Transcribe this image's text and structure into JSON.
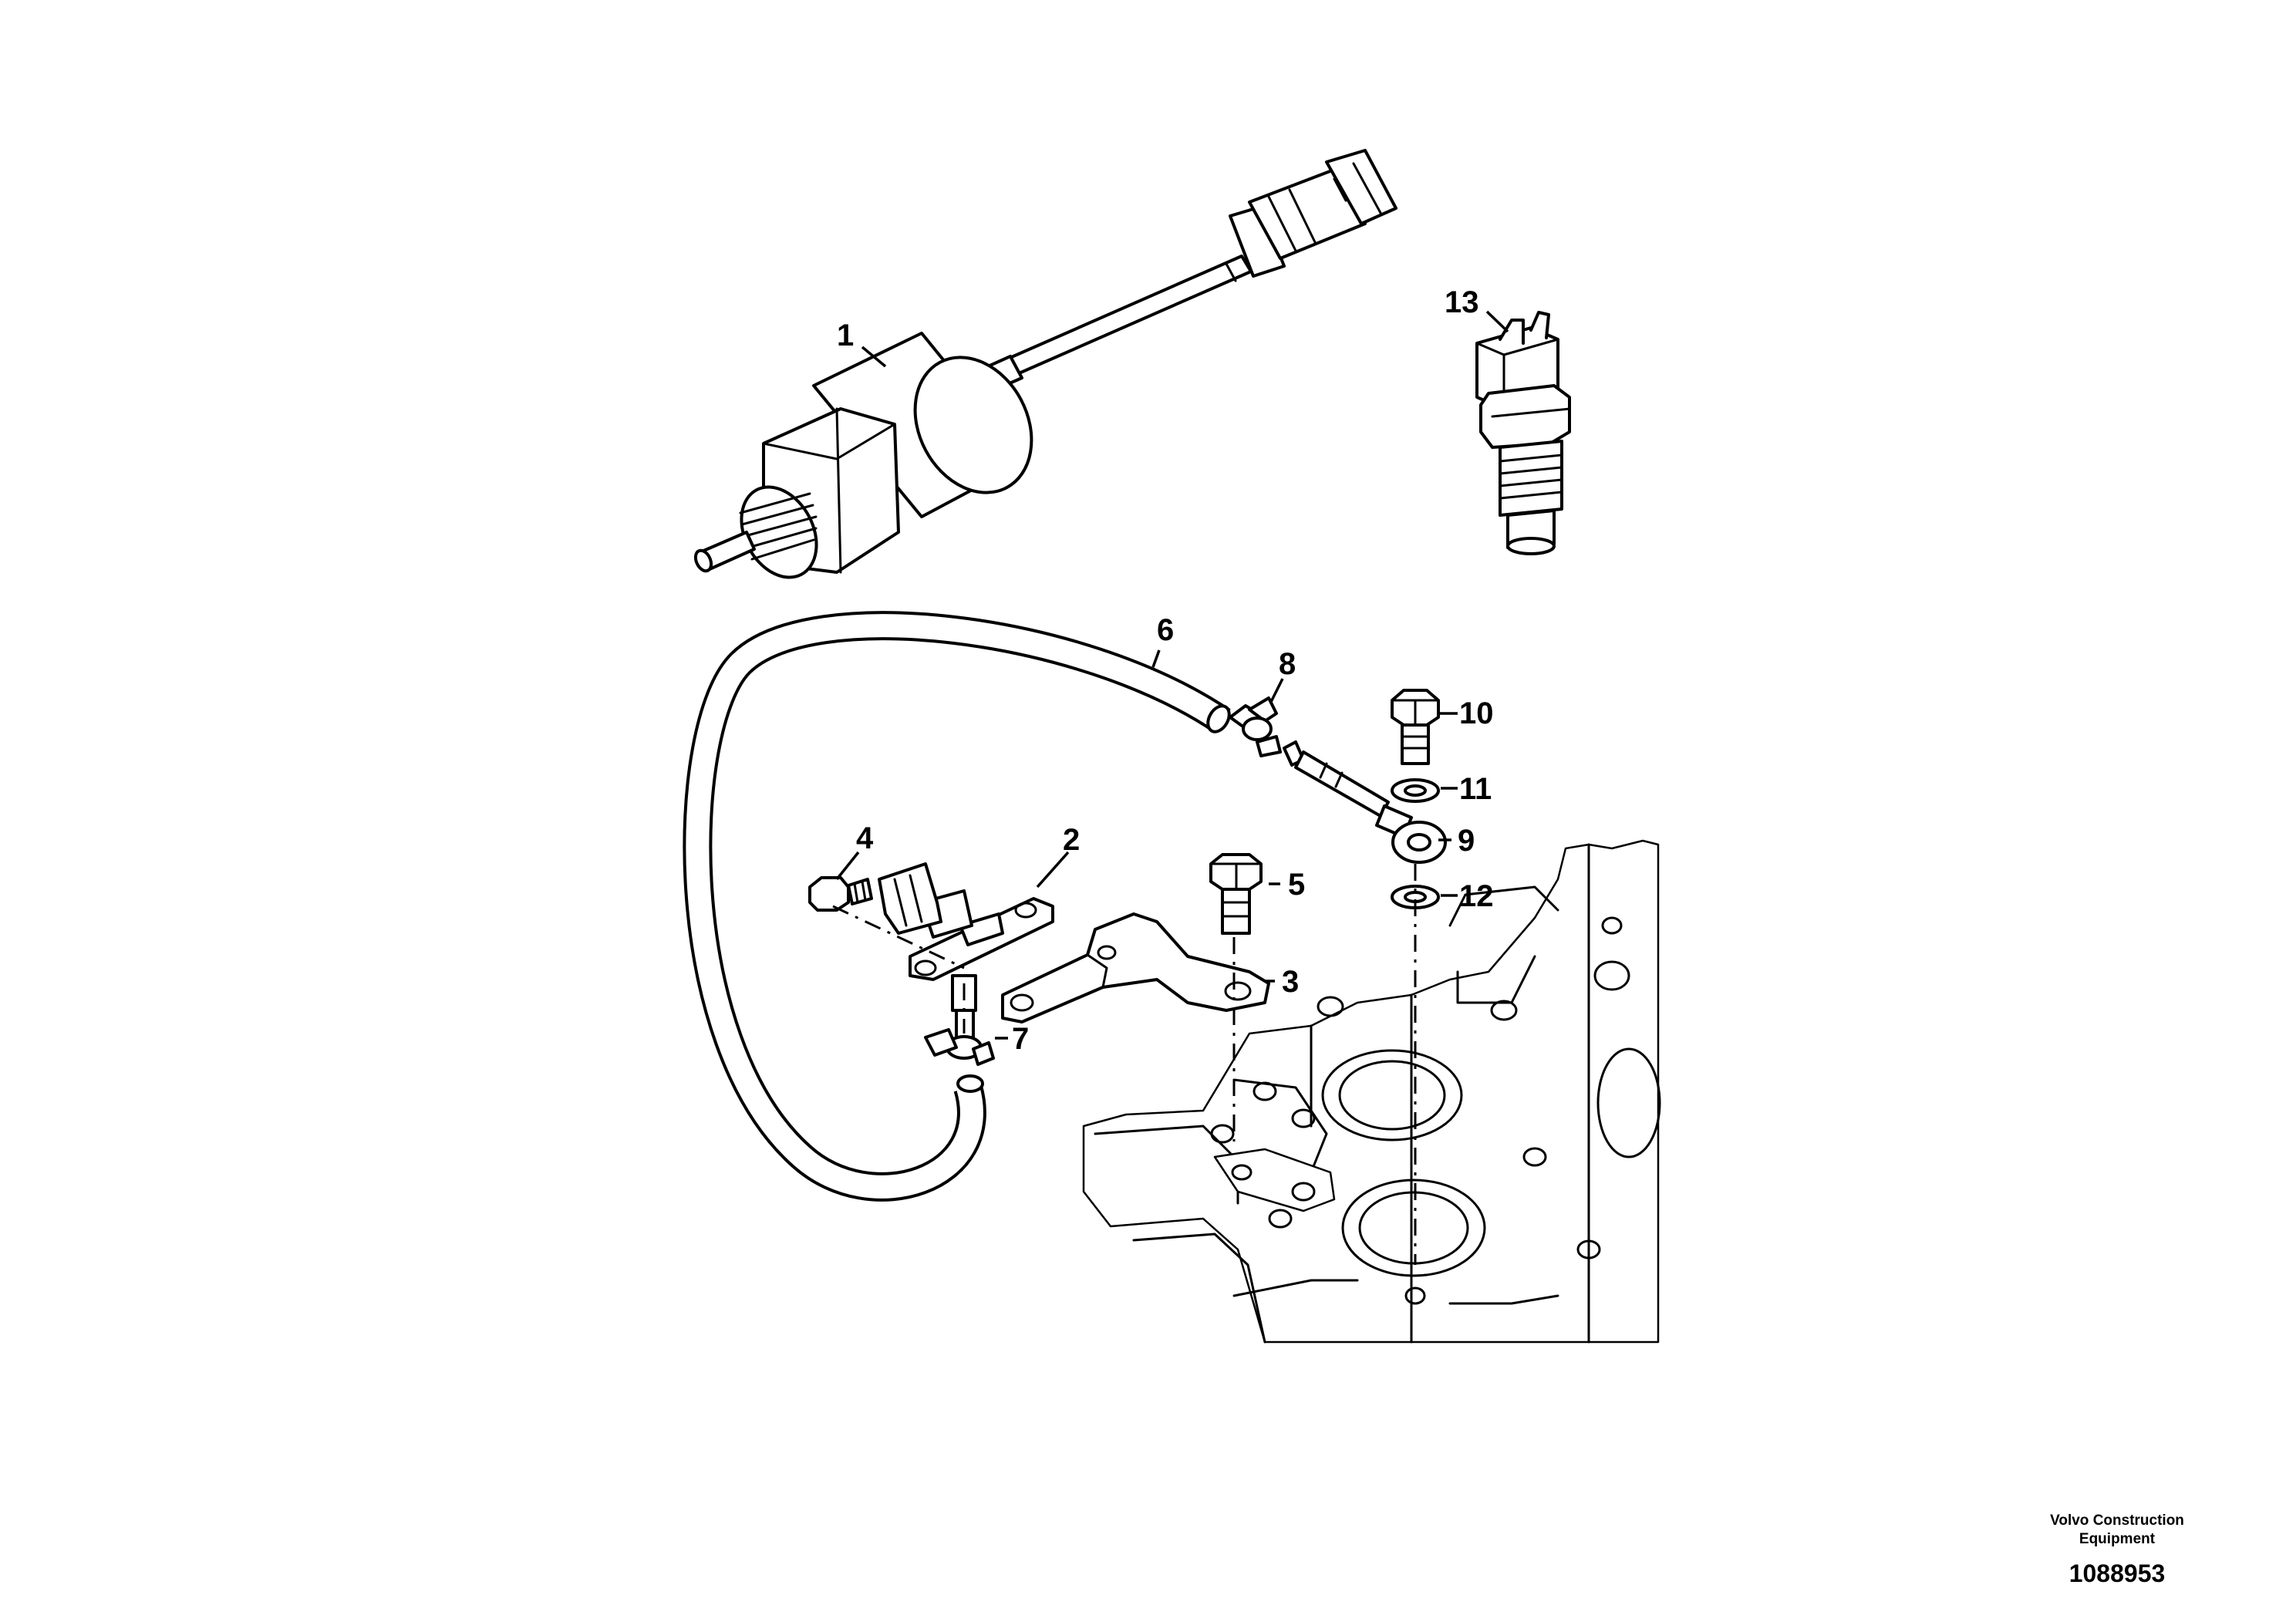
{
  "footer": {
    "brand_line1": "Volvo Construction",
    "brand_line2": "Equipment",
    "doc_number": "1088953"
  },
  "callouts": {
    "c1": "1",
    "c2": "2",
    "c3": "3",
    "c4": "4",
    "c5": "5",
    "c6": "6",
    "c7": "7",
    "c8": "8",
    "c9": "9",
    "c10": "10",
    "c11": "11",
    "c12": "12",
    "c13": "13"
  }
}
